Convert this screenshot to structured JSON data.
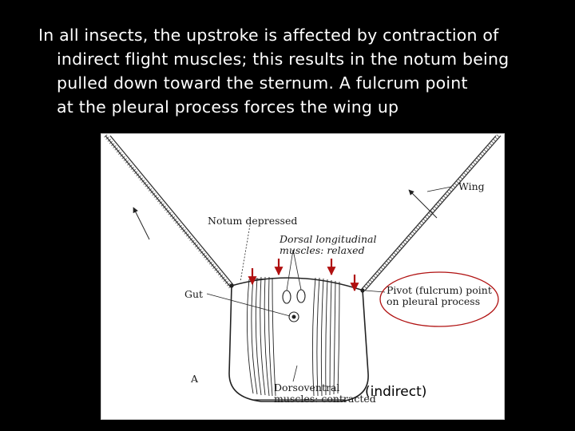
{
  "caption": {
    "lines": [
      "In all insects, the upstroke is affected by contraction of",
      "indirect flight muscles; this results in the notum being",
      "pulled down toward the sternum.   A fulcrum point",
      "at the pleural process forces the wing up"
    ]
  },
  "diagram": {
    "labels": {
      "wing": "Wing",
      "notum": "Notum depressed",
      "dorsal_line1": "Dorsal longitudinal",
      "dorsal_line2": "muscles: relaxed",
      "gut": "Gut",
      "pivot_line1": "Pivot (fulcrum) point",
      "pivot_line2": "on pleural process",
      "panel": "A",
      "dorso_line1": "Dorsoventral",
      "dorso_line2": "muscles: contracted",
      "indirect": "(indirect)"
    },
    "colors": {
      "arrow": "#b01010",
      "pivot_ellipse": "#b01010",
      "line_art": "#222222"
    }
  }
}
